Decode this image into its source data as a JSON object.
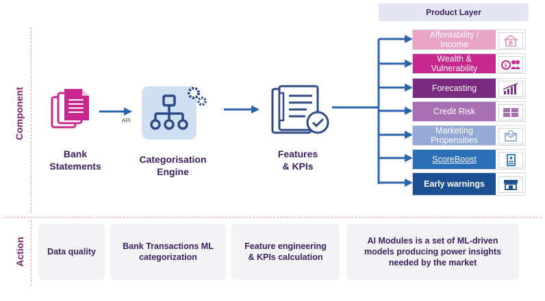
{
  "side_labels": {
    "component": "Component",
    "action": "Action"
  },
  "product_layer": {
    "title": "Product Layer"
  },
  "nodes": {
    "bank": {
      "line1": "Bank",
      "line2": "Statements"
    },
    "engine": {
      "line1": "Categorisation",
      "line2": "Engine"
    },
    "features": {
      "line1": "Features",
      "line2": "& KPIs"
    },
    "api_label": "API"
  },
  "products": [
    {
      "line1": "Affordability /",
      "line2": "Income",
      "color": "#e8a3c6",
      "icon": "house-dollar-icon"
    },
    {
      "line1": "Wealth &",
      "line2": "Vulnerability",
      "color": "#c8288e",
      "icon": "money-people-icon"
    },
    {
      "line1": "Forecasting",
      "line2": "",
      "color": "#7b2a82",
      "icon": "growth-chart-icon"
    },
    {
      "line1": "Credit Risk",
      "line2": "",
      "color": "#a86fb2",
      "icon": "cards-icon"
    },
    {
      "line1": "Marketing",
      "line2": "Propensities",
      "color": "#95a9d6",
      "icon": "mail-icon"
    },
    {
      "line1": "ScoreBoost",
      "line2": "",
      "color": "#2b6fb6",
      "icon": "document-icon"
    },
    {
      "line1": "Early warnings",
      "line2": "",
      "color": "#1a4f91",
      "icon": "shop-icon"
    }
  ],
  "actions": {
    "a1": {
      "line1": "Data quality",
      "line2": ""
    },
    "a2": {
      "line1": "Bank Transactions ML",
      "line2": "categorization"
    },
    "a3": {
      "line1": "Feature engineering",
      "line2": "& KPIs calculation"
    },
    "a4": {
      "line1": "AI Modules is a set of ML-driven",
      "line2": "models producing power insights",
      "line3": "needed by the market"
    }
  },
  "colors": {
    "arrow": "#2c63ad",
    "title": "#3b2063",
    "side": "#7b1f6e",
    "dash": "#e59ab8"
  }
}
